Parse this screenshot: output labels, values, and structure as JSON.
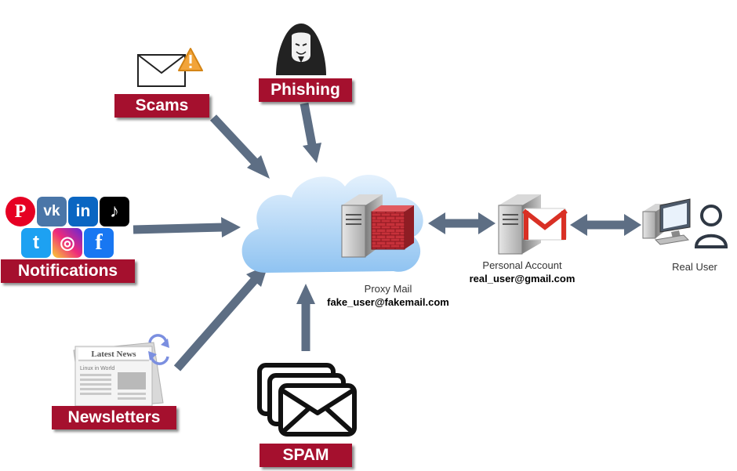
{
  "sources": {
    "scams": {
      "label": "Scams",
      "icons": [
        "envelope-icon",
        "warning-icon"
      ]
    },
    "phishing": {
      "label": "Phishing",
      "icons": [
        "hacker-mask-icon"
      ]
    },
    "notifications": {
      "label": "Notifications",
      "icons": [
        "pinterest-icon",
        "vk-icon",
        "linkedin-icon",
        "tiktok-icon",
        "twitter-icon",
        "instagram-icon",
        "facebook-icon"
      ]
    },
    "newsletters": {
      "label": "Newsletters",
      "icons": [
        "newspaper-icon",
        "refresh-icon"
      ],
      "newspaper_heading": "Latest News",
      "newspaper_sub": "Linux in World"
    },
    "spam": {
      "label": "SPAM",
      "icons": [
        "stacked-envelopes-icon"
      ]
    }
  },
  "proxy": {
    "caption": "Proxy Mail",
    "email": "fake_user@fakemail.com",
    "icons": [
      "cloud-icon",
      "server-firewall-icon"
    ]
  },
  "personal": {
    "caption": "Personal Account",
    "email": "real_user@gmail.com",
    "icons": [
      "server-gmail-icon"
    ]
  },
  "user": {
    "caption": "Real User",
    "icons": [
      "computer-icon",
      "user-icon"
    ]
  },
  "social_glyphs": {
    "pinterest": "P",
    "vk": "vk",
    "linkedin": "in",
    "tiktok": "♪",
    "twitter": "t",
    "instagram": "◎",
    "facebook": "f"
  },
  "colors": {
    "label_bg": "#a5102e",
    "arrow": "#5d6e84",
    "cloud": "#9cc9f2",
    "gmail_red": "#d93025"
  }
}
